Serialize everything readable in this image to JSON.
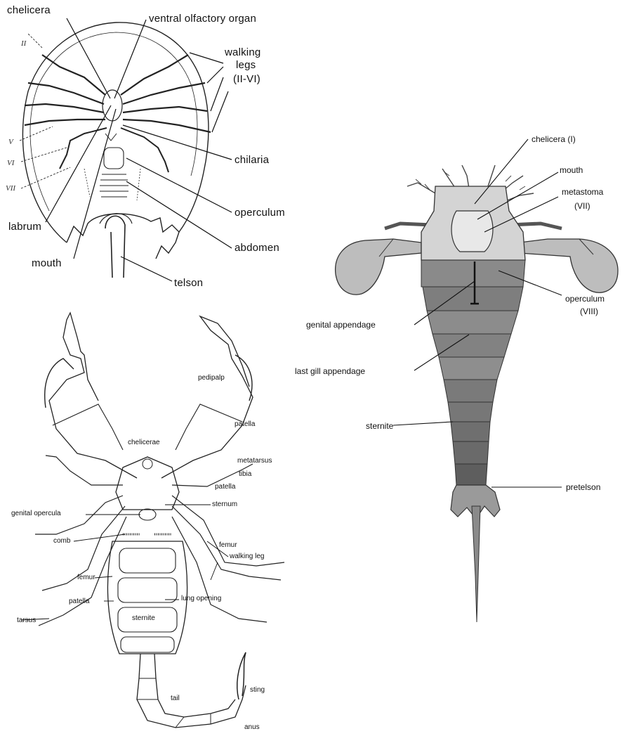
{
  "colors": {
    "ink": "#111111",
    "shade_dark": "#5a5a5a",
    "shade_mid": "#9a9a9a",
    "shade_light": "#c8c8c8",
    "paper": "#ffffff"
  },
  "limulus": {
    "labels": {
      "chelicera": "chelicera",
      "ventral_olfactory_organ": "ventral olfactory organ",
      "walking": "walking",
      "legs": "legs",
      "legs_range": "(II-VI)",
      "chilaria": "chilaria",
      "operculum": "operculum",
      "abdomen": "abdomen",
      "labrum": "labrum",
      "mouth": "mouth",
      "telson": "telson"
    },
    "roman": {
      "ii": "II",
      "v": "V",
      "vi": "VI",
      "vii": "VII"
    }
  },
  "scorpion": {
    "labels": {
      "pedipalp": "pedipalp",
      "patella_upper": "patella",
      "chelicerae": "chelicerae",
      "metatarsus": "metatarsus",
      "tibia": "tibia",
      "patella_mid": "patella",
      "sternum": "sternum",
      "genital_opercula": "genital opercula",
      "comb": "comb",
      "femur_right": "femur",
      "walking_leg": "walking leg",
      "femur_left": "femur",
      "lung_opening": "lung opening",
      "patella_left": "patella",
      "sternite": "sternite",
      "tarsus": "tarsus",
      "tail": "tail",
      "sting": "sting",
      "anus": "anus"
    }
  },
  "eurypterid": {
    "labels": {
      "chelicera": "chelicera (I)",
      "mouth": "mouth",
      "metastoma": "metastoma",
      "metastoma_num": "(VII)",
      "operculum": "operculum",
      "operculum_num": "(VIII)",
      "genital_appendage": "genital appendage",
      "last_gill_appendage": "last gill appendage",
      "sternite": "sternite",
      "pretelson": "pretelson"
    }
  }
}
